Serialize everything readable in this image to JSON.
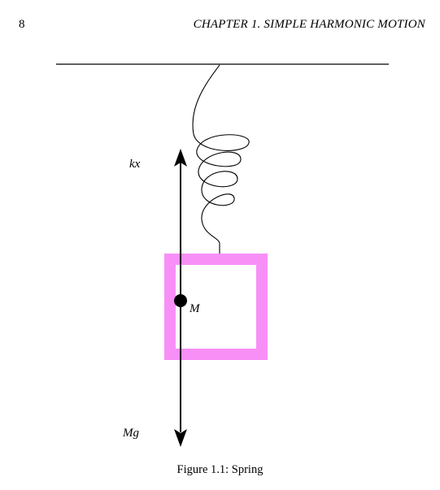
{
  "header": {
    "page_number": "8",
    "chapter_title": "CHAPTER 1.  SIMPLE HARMONIC MOTION"
  },
  "figure": {
    "labels": {
      "spring_force": "kx",
      "mass": "M",
      "weight": "Mg"
    },
    "colors": {
      "block": "#f78ff7",
      "lines": "#000000"
    },
    "caption": "Figure 1.1: Spring"
  }
}
